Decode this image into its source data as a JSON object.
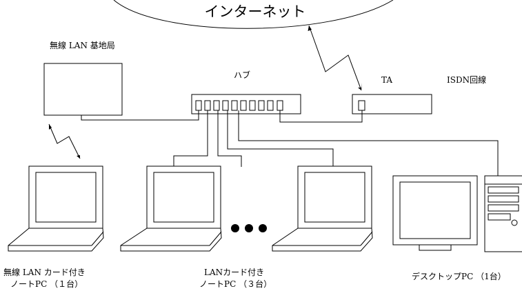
{
  "internet": {
    "label": "インターネット"
  },
  "labels": {
    "base_station": "無線 LAN 基地局",
    "hub": "ハブ",
    "ta": "TA",
    "isdn": "ISDN回線",
    "laptop_wireless_line1": "無線 LAN カード付き",
    "laptop_wireless_line2": "ノートPC （１台）",
    "laptop_lan_line1": "LANカード付き",
    "laptop_lan_line2": "ノートPC （３台）",
    "desktop": "デスクトップPC （1台）"
  }
}
